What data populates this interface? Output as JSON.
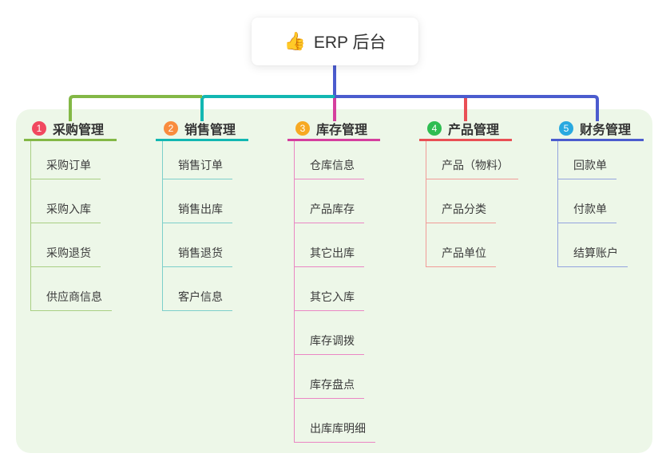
{
  "canvas": {
    "panel_color": "#edf7e8",
    "background": "#ffffff"
  },
  "root": {
    "icon": "👍",
    "label": "ERP 后台",
    "line_color": "#4b5cce"
  },
  "branches": [
    {
      "badge": "1",
      "title": "采购管理",
      "badge_color": "#f1485f",
      "line_color": "#83b846",
      "light_color": "#a9cf83",
      "items": [
        "采购订单",
        "采购入库",
        "采购退货",
        "供应商信息"
      ]
    },
    {
      "badge": "2",
      "title": "销售管理",
      "badge_color": "#f98c3e",
      "line_color": "#12b7b2",
      "light_color": "#7ccfca",
      "items": [
        "销售订单",
        "销售出库",
        "销售退货",
        "客户信息"
      ]
    },
    {
      "badge": "3",
      "title": "库存管理",
      "badge_color": "#f7a923",
      "line_color": "#d53f9e",
      "light_color": "#ea86c4",
      "items": [
        "仓库信息",
        "产品库存",
        "其它出库",
        "其它入库",
        "库存调拨",
        "库存盘点",
        "出库库明细"
      ]
    },
    {
      "badge": "4",
      "title": "产品管理",
      "badge_color": "#2fbd51",
      "line_color": "#e94f55",
      "light_color": "#f19b97",
      "items": [
        "产品（物料）",
        "产品分类",
        "产品单位"
      ]
    },
    {
      "badge": "5",
      "title": "财务管理",
      "badge_color": "#29a9e0",
      "line_color": "#4b5cce",
      "light_color": "#93a3de",
      "items": [
        "回款单",
        "付款单",
        "结算账户"
      ]
    }
  ]
}
